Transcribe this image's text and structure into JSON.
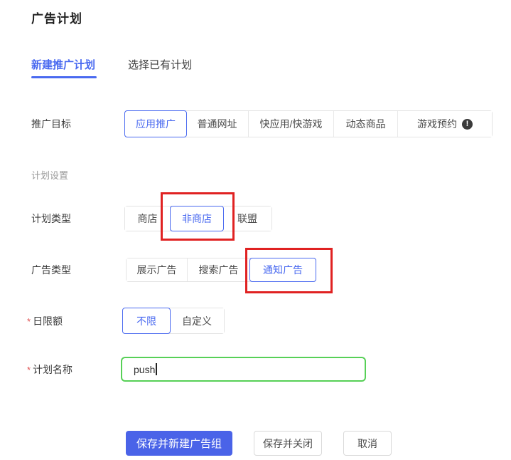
{
  "page": {
    "title": "广告计划"
  },
  "tabs": [
    {
      "label": "新建推广计划",
      "active": true
    },
    {
      "label": "选择已有计划",
      "active": false
    }
  ],
  "misc": {
    "required_mark": "*"
  },
  "icons": {
    "info_icon_glyph": "!"
  },
  "form": {
    "promotion_goal": {
      "label": "推广目标",
      "options": [
        "应用推广",
        "普通网址",
        "快应用/快游戏",
        "动态商品",
        "游戏预约"
      ],
      "selected": "应用推广",
      "info_icon_on": "游戏预约"
    },
    "section_label": "计划设置",
    "plan_type": {
      "label": "计划类型",
      "options": [
        "商店",
        "非商店",
        "联盟"
      ],
      "selected": "非商店",
      "annotated": true
    },
    "ad_type": {
      "label": "广告类型",
      "options": [
        "展示广告",
        "搜索广告",
        "通知广告"
      ],
      "selected": "通知广告",
      "annotated": true
    },
    "daily_limit": {
      "label": "日限额",
      "required": true,
      "options": [
        "不限",
        "自定义"
      ],
      "selected": "不限"
    },
    "plan_name": {
      "label": "计划名称",
      "required": true,
      "value": "push"
    }
  },
  "actions": [
    {
      "label": "保存并新建广告组",
      "type": "primary"
    },
    {
      "label": "保存并关闭",
      "type": "plain"
    },
    {
      "label": "取消",
      "type": "plain"
    }
  ],
  "colors": {
    "accent_blue": "#4a6af0",
    "primary_button_bg": "#4a63e8",
    "annotation_red": "#e02222",
    "input_valid_green": "#57d057"
  }
}
